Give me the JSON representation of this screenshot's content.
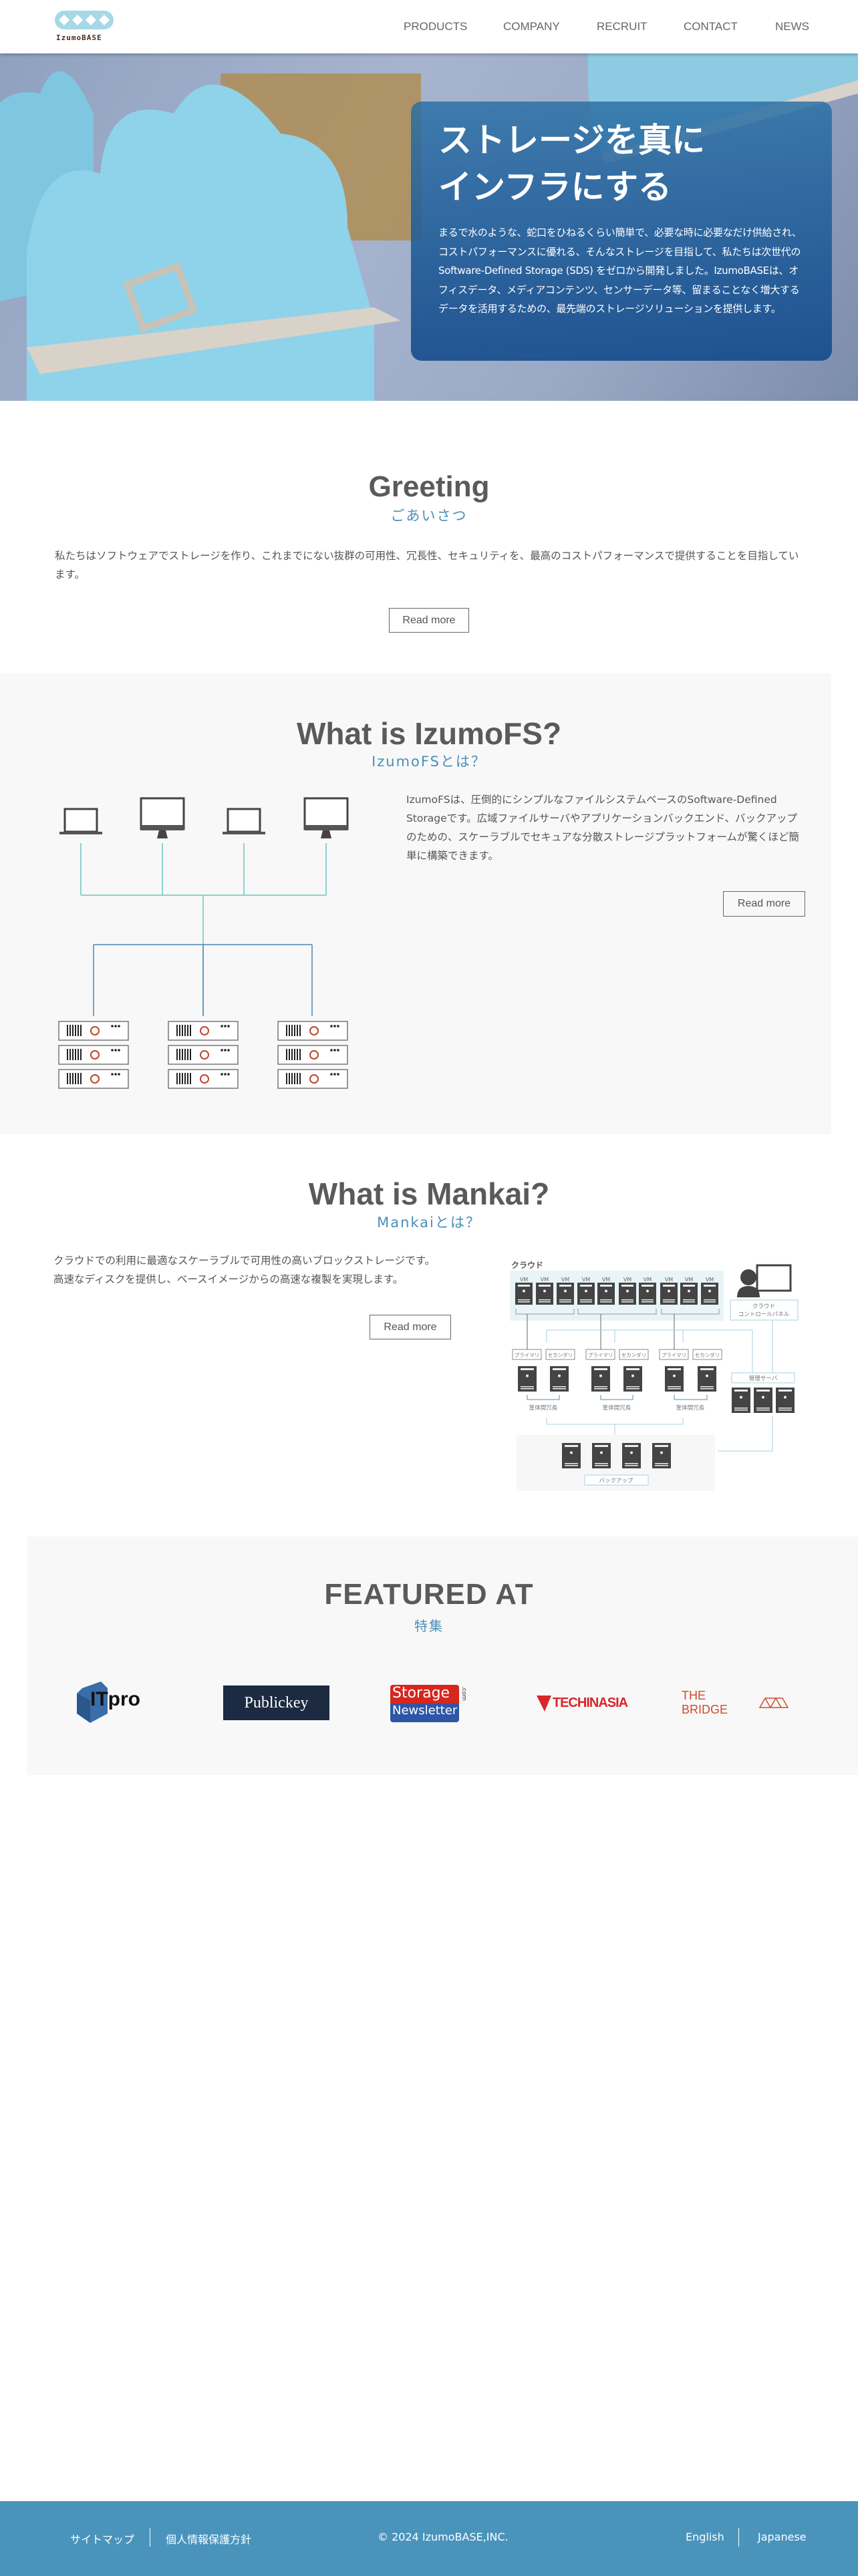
{
  "header": {
    "logo_text": "IzumoBASE",
    "nav": [
      "PRODUCTS",
      "COMPANY",
      "RECRUIT",
      "CONTACT",
      "NEWS"
    ]
  },
  "hero": {
    "title_line1": "ストレージを真に",
    "title_line2": "インフラにする",
    "body": "まるで水のような、蛇口をひねるくらい簡単で、必要な時に必要なだけ供給され、コストパフォーマンスに優れる、そんなストレージを目指して、私たちは次世代のSoftware-Defined Storage (SDS) をゼロから開発しました。IzumoBASEは、オフィスデータ、メディアコンテンツ、センサーデータ等、留まることなく増大するデータを活用するための、最先端のストレージソリューションを提供します。"
  },
  "greeting": {
    "title": "Greeting",
    "subtitle": "ごあいさつ",
    "body": "私たちはソフトウェアでストレージを作り、これまでにない抜群の可用性、冗長性、セキュリティを、最高のコストパフォーマンスで提供することを目指しています。",
    "button": "Read more"
  },
  "izumofs": {
    "title": "What is IzumoFS?",
    "subtitle": "IzumoFSとは？",
    "body": "IzumoFSは、圧倒的にシンプルなファイルシステムベースのSoftware-Defined Storageです。広域ファイルサーバやアプリケーションバックエンド、バックアップのための、スケーラブルでセキュアな分散ストレージプラットフォームが驚くほど簡単に構築できます。",
    "button": "Read more"
  },
  "mankai": {
    "title": "What is Mankai?",
    "subtitle": "Mankaiとは？",
    "body_line1": "クラウドでの利用に最適なスケーラブルで可用性の高いブロックストレージです。",
    "body_line2": "高速なディスクを提供し、ベースイメージからの高速な複製を実現します。",
    "button": "Read more",
    "diagram": {
      "cloud": "クラウド",
      "vm": "VM",
      "panel_line1": "クラウド",
      "panel_line2": "コントロールパネル",
      "primary": "プライマリ",
      "secondary": "セカンダリ",
      "redundancy": "筐体間冗長",
      "mgmt": "管理サーバ",
      "backup": "バックアップ"
    }
  },
  "featured": {
    "title": "FEATURED AT",
    "subtitle": "特集",
    "logos": [
      "ITpro",
      "Publickey",
      "Storage",
      "Newsletter",
      ".com",
      "TECHINASIA",
      "THE BRIDGE"
    ]
  },
  "footer": {
    "sitemap": "サイトマップ",
    "privacy": "個人情報保護方針",
    "copyright": "© 2024 IzumoBASE,INC.",
    "english": "English",
    "japanese": "Japanese"
  },
  "colors": {
    "accent": "#4a90b8",
    "footer": "#4a94bc",
    "hero_card": "#1f5f9a"
  }
}
